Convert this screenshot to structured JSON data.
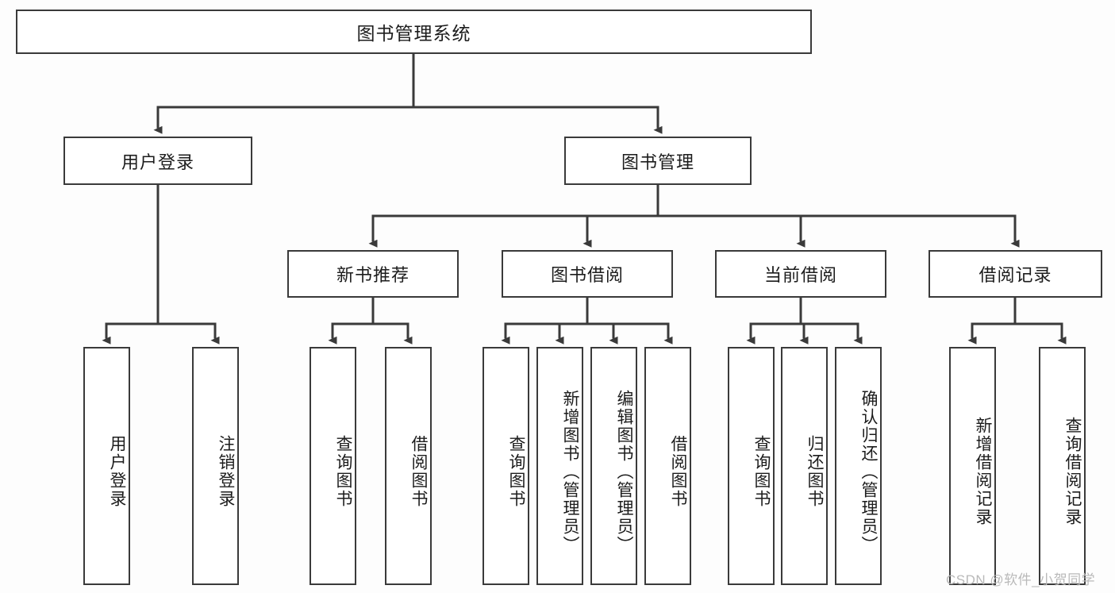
{
  "diagram": {
    "type": "tree-hierarchy",
    "background_color": "#fdfdfd",
    "line_color": "#3a3a3a",
    "box_fill": "#ffffff",
    "root": {
      "label": "图书管理系统"
    },
    "level2": [
      {
        "id": "user-login",
        "label": "用户登录"
      },
      {
        "id": "book-management",
        "label": "图书管理"
      }
    ],
    "level3": [
      {
        "id": "new-book-recommend",
        "label": "新书推荐"
      },
      {
        "id": "book-borrow",
        "label": "图书借阅"
      },
      {
        "id": "current-borrow",
        "label": "当前借阅"
      },
      {
        "id": "borrow-record",
        "label": "借阅记录"
      }
    ],
    "leaves": {
      "user_login": [
        {
          "id": "leaf-user-login",
          "label": "用户登录"
        },
        {
          "id": "leaf-logout-login",
          "label": "注销登录"
        }
      ],
      "new_book_recommend": [
        {
          "id": "leaf-query-book-1",
          "label": "查询图书"
        },
        {
          "id": "leaf-borrow-book-1",
          "label": "借阅图书"
        }
      ],
      "book_borrow": [
        {
          "id": "leaf-query-book-2",
          "label": "查询图书"
        },
        {
          "id": "leaf-add-book",
          "label": "新增图书（管理员）"
        },
        {
          "id": "leaf-edit-book",
          "label": "编辑图书（管理员）"
        },
        {
          "id": "leaf-borrow-book-2",
          "label": "借阅图书"
        }
      ],
      "current_borrow": [
        {
          "id": "leaf-query-book-3",
          "label": "查询图书"
        },
        {
          "id": "leaf-return-book",
          "label": "归还图书"
        },
        {
          "id": "leaf-confirm-return",
          "label": "确认归还（管理员）"
        }
      ],
      "borrow_record": [
        {
          "id": "leaf-add-record",
          "label": "新增借阅记录"
        },
        {
          "id": "leaf-query-record",
          "label": "查询借阅记录"
        }
      ]
    }
  },
  "watermark": {
    "text": "CSDN @软件_小贺同学"
  }
}
